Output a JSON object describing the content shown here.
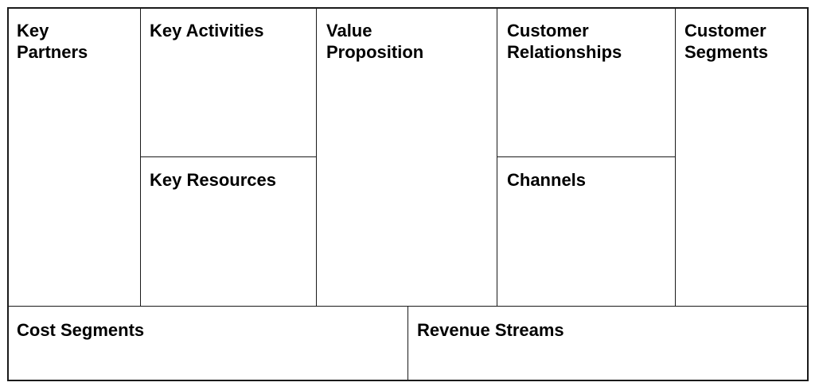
{
  "canvas": {
    "key_partners": "Key\nPartners",
    "key_activities": "Key Activities",
    "key_resources": "Key Resources",
    "value_proposition": "Value\nProposition",
    "customer_relationships": "Customer\nRelationships",
    "channels": "Channels",
    "customer_segments": "Customer\nSegments",
    "cost_segments": "Cost Segments",
    "revenue_streams": "Revenue Streams"
  },
  "colors": {
    "border": "#1a1a1a",
    "background": "#ffffff",
    "text": "#000000"
  }
}
